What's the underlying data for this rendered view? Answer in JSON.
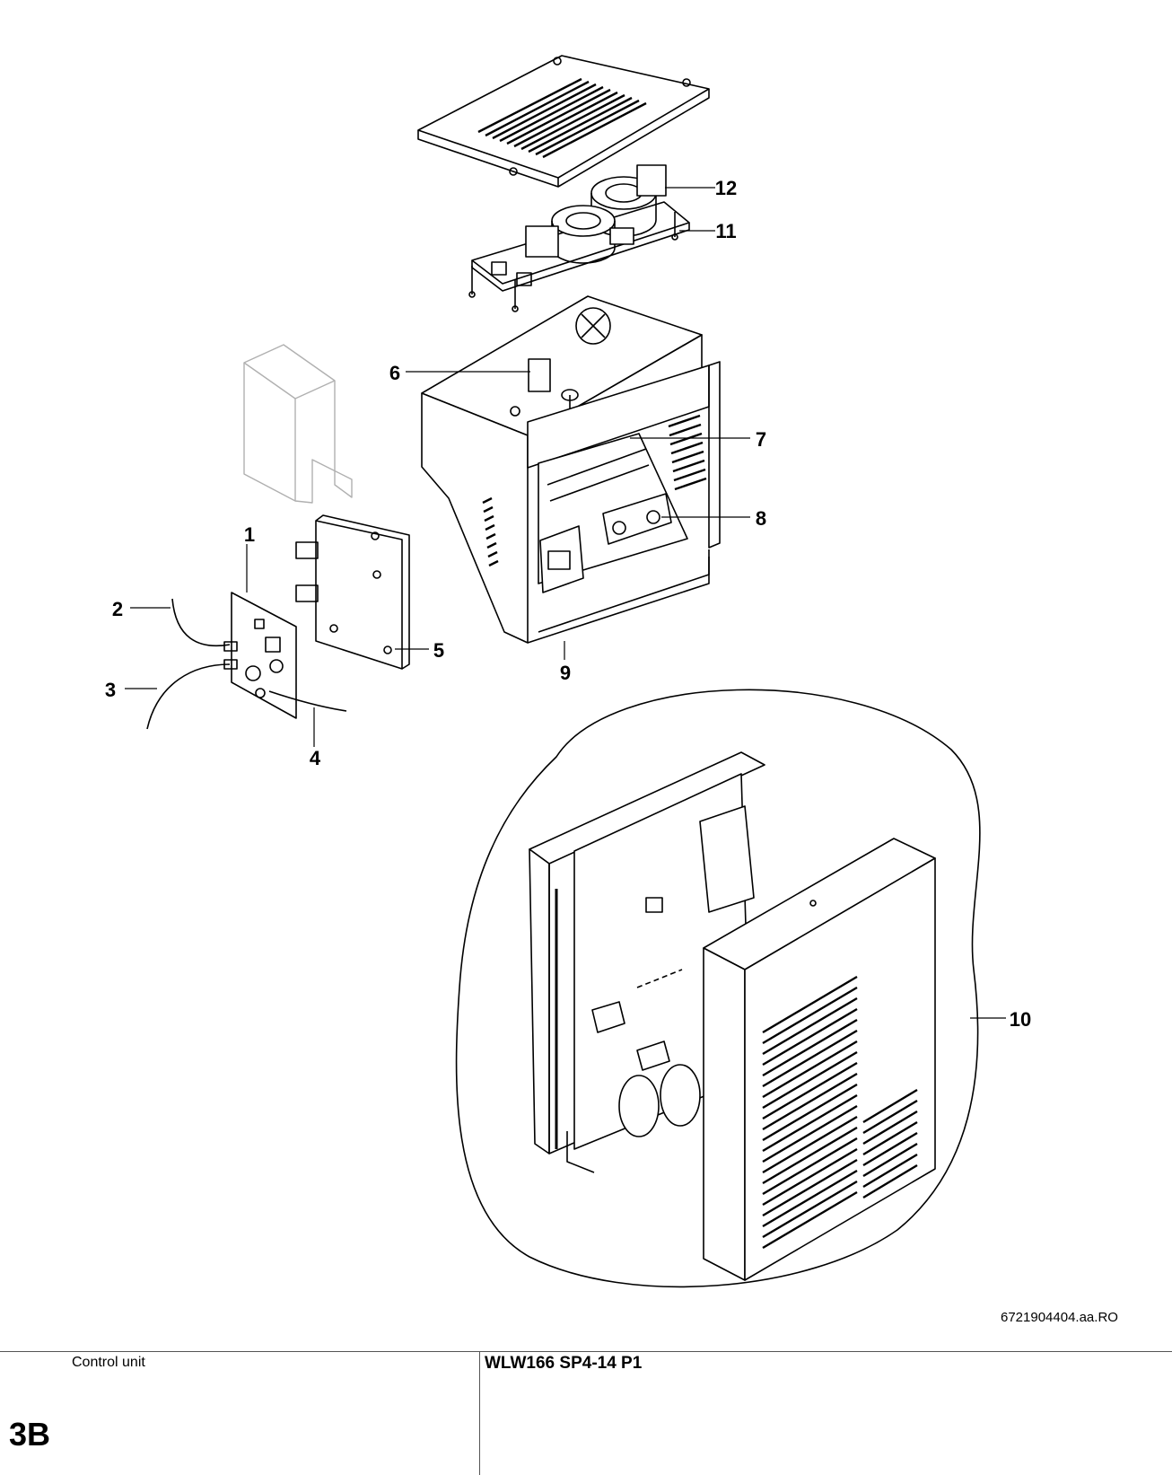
{
  "diagram": {
    "callouts": [
      "1",
      "2",
      "3",
      "4",
      "5",
      "6",
      "7",
      "8",
      "9",
      "10",
      "11",
      "12"
    ]
  },
  "figure_ref": "6721904404.aa.RO",
  "footer": {
    "section_title": "Control unit",
    "section_code": "3B",
    "model": "WLW166 SP4-14 P1"
  }
}
